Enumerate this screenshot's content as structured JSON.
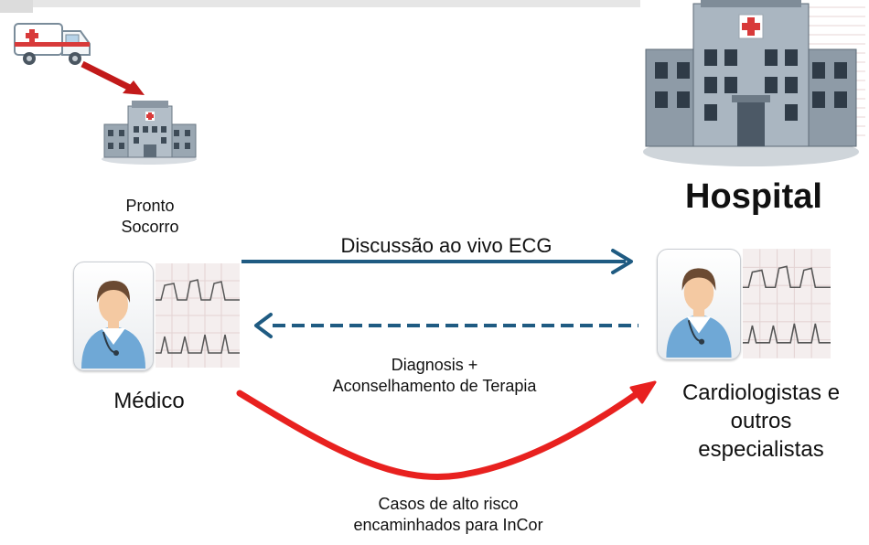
{
  "labels": {
    "pronto_socorro_line1": "Pronto",
    "pronto_socorro_line2": "Socorro",
    "hospital": "Hospital",
    "live_discussion": "Discussão ao vivo ECG",
    "diagnosis_line1": "Diagnosis +",
    "diagnosis_line2": "Aconselhamento de Terapia",
    "medico": "Médico",
    "specialists_line1": "Cardiologistas e",
    "specialists_line2": "outros",
    "specialists_line3": "especialistas",
    "high_risk_line1": "Casos de alto risco",
    "high_risk_line2": "encaminhados para InCor"
  },
  "colors": {
    "blue_arrow": "#1f5b82",
    "red_arrow": "#e8211f",
    "dark_red_arrow": "#c21a1a"
  },
  "icons": {
    "ambulance": "ambulance-icon",
    "small_hospital": "small-hospital-icon",
    "large_hospital": "large-hospital-icon",
    "doctor_left": "doctor-avatar-icon",
    "doctor_right": "doctor-avatar-icon",
    "ecg_left": "ecg-strip-icon",
    "ecg_right": "ecg-strip-icon"
  }
}
